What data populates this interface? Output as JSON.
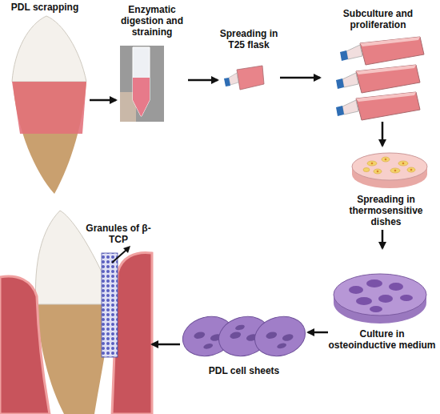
{
  "diagram": {
    "nodes": [
      {
        "text": [
          "PDL scrapping"
        ]
      },
      {
        "text": [
          "Enzymatic digestion and straining"
        ]
      },
      {
        "text": [
          "Spreading in T25 flask"
        ]
      },
      {
        "text": [
          "Subculture and proliferation"
        ]
      },
      {
        "text": [
          "Spreading in thermosensitive dishes"
        ]
      },
      {
        "text": [
          "Culture in osteoinductive medium"
        ]
      },
      {
        "text": [
          "PDL cell sheets"
        ]
      },
      {
        "text": [
          "Granules of β-TCP"
        ]
      }
    ],
    "edges": [
      {
        "from": 0,
        "to": 1,
        "arrow": "to"
      },
      {
        "from": 1,
        "to": 2,
        "arrow": "to"
      },
      {
        "from": 2,
        "to": 3,
        "arrow": "to"
      },
      {
        "from": 3,
        "to": 4,
        "arrow": "to"
      },
      {
        "from": 4,
        "to": 5,
        "arrow": "to"
      },
      {
        "from": 5,
        "to": 6,
        "arrow": "to"
      },
      {
        "from": 6,
        "to": 7,
        "arrow": "to"
      }
    ]
  }
}
